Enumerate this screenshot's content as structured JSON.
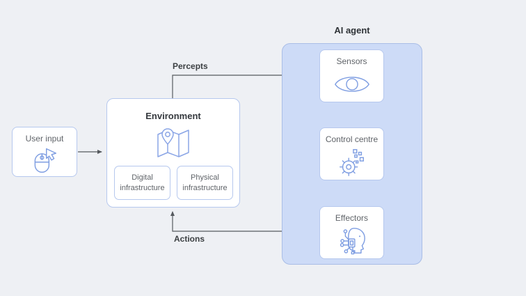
{
  "diagram": {
    "agent_group": {
      "title": "AI agent",
      "fill": "#cddbf7",
      "border": "#a9bde6"
    },
    "nodes": {
      "user_input": {
        "label": "User input",
        "icon": "mouse-cursor-icon"
      },
      "environment": {
        "title": "Environment",
        "icon": "map-icon",
        "children": {
          "digital": {
            "label": "Digital infrastructure"
          },
          "physical": {
            "label": "Physical infrastructure"
          }
        }
      },
      "sensors": {
        "label": "Sensors",
        "icon": "eye-icon"
      },
      "control_centre": {
        "label": "Control centre",
        "icon": "gear-pixels-icon"
      },
      "effectors": {
        "label": "Effectors",
        "icon": "head-circuit-icon"
      }
    },
    "edges": {
      "user_to_environment": {
        "label": "",
        "from": "User input",
        "to": "Environment"
      },
      "percepts": {
        "label": "Percepts",
        "from": "Environment",
        "to": "Sensors"
      },
      "sensors_to_control": {
        "label": "",
        "from": "Sensors",
        "to": "Control centre"
      },
      "control_to_effectors": {
        "label": "",
        "from": "Control centre",
        "to": "Effectors"
      },
      "actions": {
        "label": "Actions",
        "from": "Effectors",
        "to": "Environment"
      }
    },
    "colors": {
      "background": "#eef0f4",
      "node_fill": "#ffffff",
      "node_border": "#b6c8ee",
      "icon_blue": "#7f9ee2",
      "arrow": "#55595e",
      "label_text": "#5f6368",
      "title_text": "#2f3337"
    }
  }
}
